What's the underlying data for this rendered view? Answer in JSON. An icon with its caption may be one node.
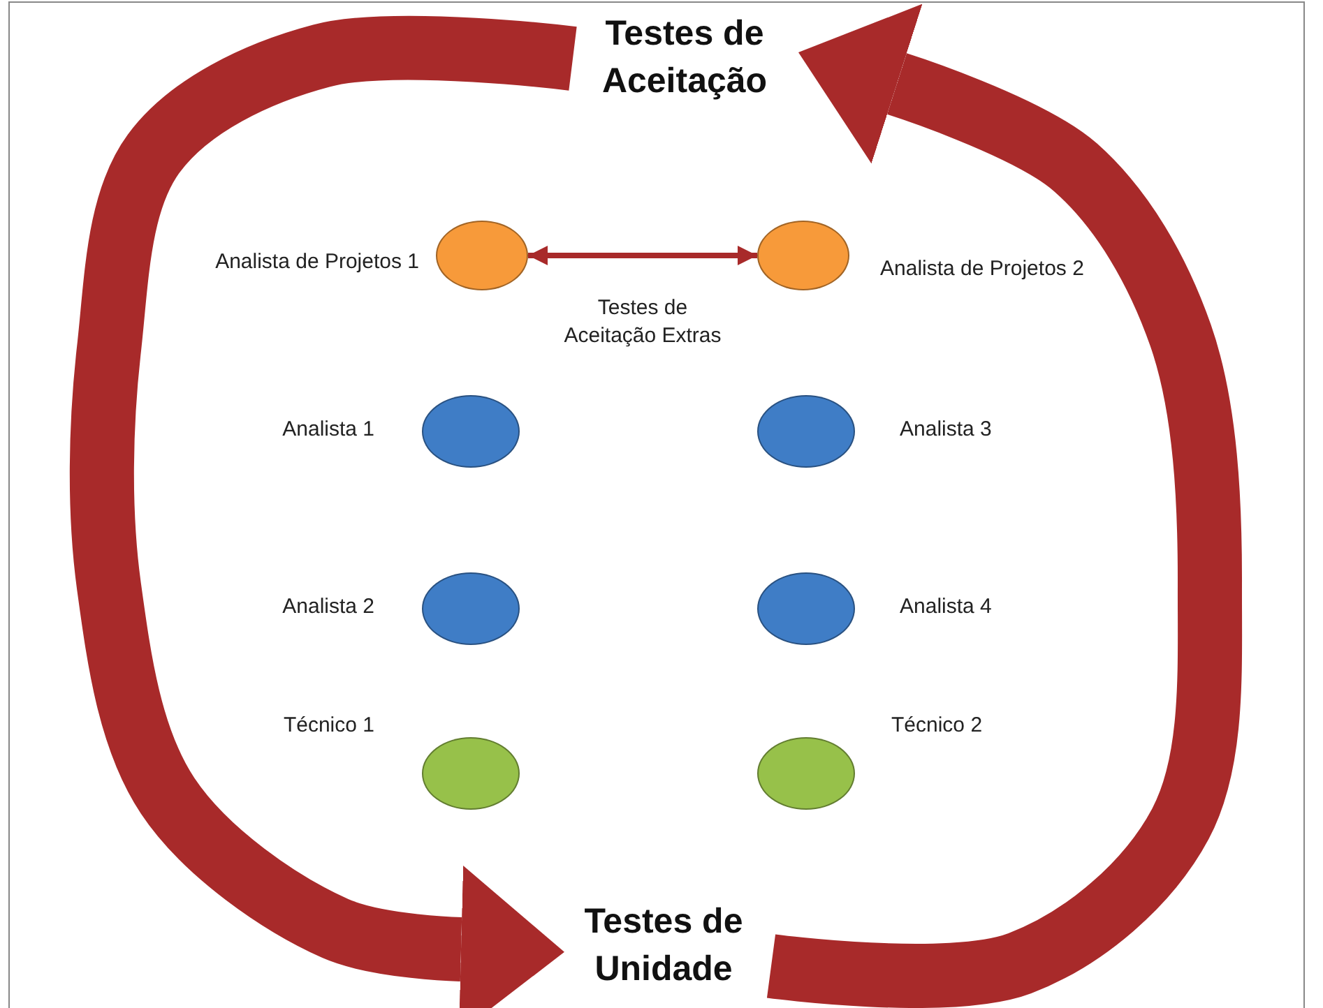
{
  "diagram": {
    "nodes": [
      {
        "text": [
          "Testes de Aceitação"
        ]
      },
      {
        "text": [],
        "shape": "circle",
        "beside": [
          "Analista de Projetos 1"
        ]
      },
      {
        "text": [],
        "shape": "circle",
        "beside": [
          "Analista de Projetos 2"
        ]
      },
      {
        "text": [],
        "shape": "circle",
        "beside": [
          "Analista 1"
        ]
      },
      {
        "text": [],
        "shape": "circle",
        "beside": [
          "Analista 3"
        ]
      },
      {
        "text": [],
        "shape": "circle",
        "beside": [
          "Analista 2"
        ]
      },
      {
        "text": [],
        "shape": "circle",
        "beside": [
          "Analista 4"
        ]
      },
      {
        "text": [],
        "shape": "circle",
        "beside": [
          "Técnico 1"
        ]
      },
      {
        "text": [],
        "shape": "circle",
        "beside": [
          "Técnico 2"
        ]
      },
      {
        "text": [
          "Testes de Unidade"
        ]
      }
    ],
    "edges": [
      {
        "from": 0,
        "to": 9,
        "arrow": "to"
      },
      {
        "from": 9,
        "to": 0,
        "arrow": "to"
      },
      {
        "from": 1,
        "to": 2,
        "arrow": "both",
        "label": "Testes de Aceitação Extras"
      }
    ]
  }
}
